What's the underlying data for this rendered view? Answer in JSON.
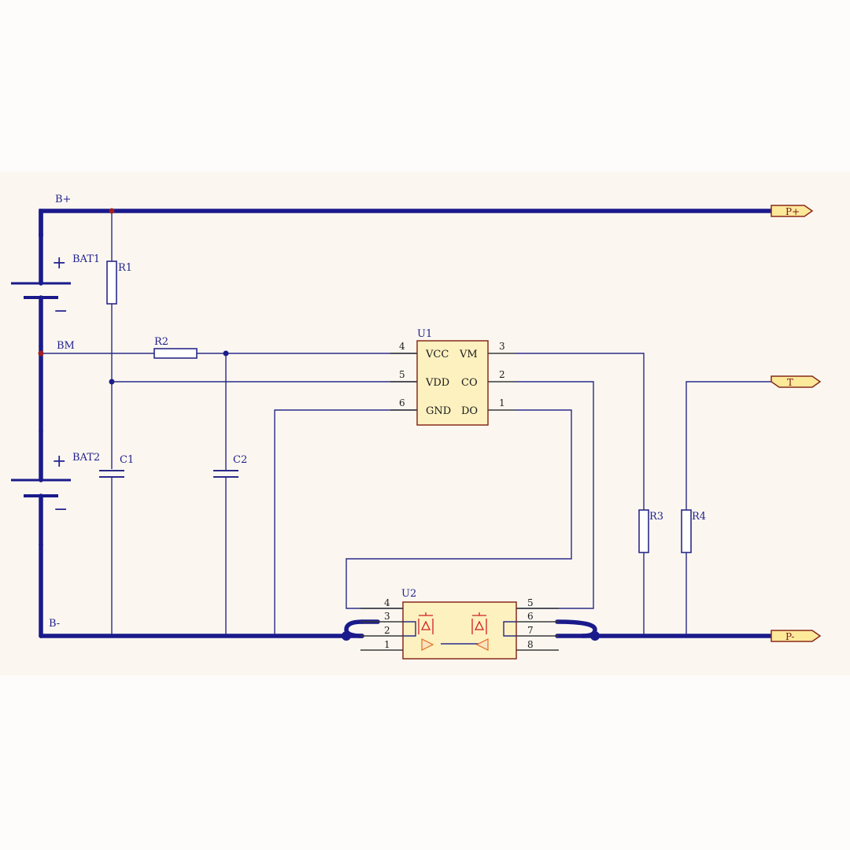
{
  "nets": {
    "b_plus": "B+",
    "bm": "BM",
    "b_minus": "B-"
  },
  "batteries": [
    {
      "ref": "BAT1",
      "plus": "+",
      "minus": "−"
    },
    {
      "ref": "BAT2",
      "plus": "+",
      "minus": "−"
    }
  ],
  "resistors": [
    "R1",
    "R2",
    "R3",
    "R4"
  ],
  "capacitors": [
    "C1",
    "C2"
  ],
  "u1": {
    "ref": "U1",
    "left_pins": [
      {
        "num": "4",
        "name": "VCC"
      },
      {
        "num": "5",
        "name": "VDD"
      },
      {
        "num": "6",
        "name": "GND"
      }
    ],
    "right_pins": [
      {
        "num": "3",
        "name": "VM"
      },
      {
        "num": "2",
        "name": "CO"
      },
      {
        "num": "1",
        "name": "DO"
      }
    ]
  },
  "u2": {
    "ref": "U2",
    "left_pins": [
      "4",
      "3",
      "2",
      "1"
    ],
    "right_pins": [
      "5",
      "6",
      "7",
      "8"
    ]
  },
  "ports": {
    "p_plus": "P+",
    "t": "T",
    "p_minus": "P-"
  }
}
